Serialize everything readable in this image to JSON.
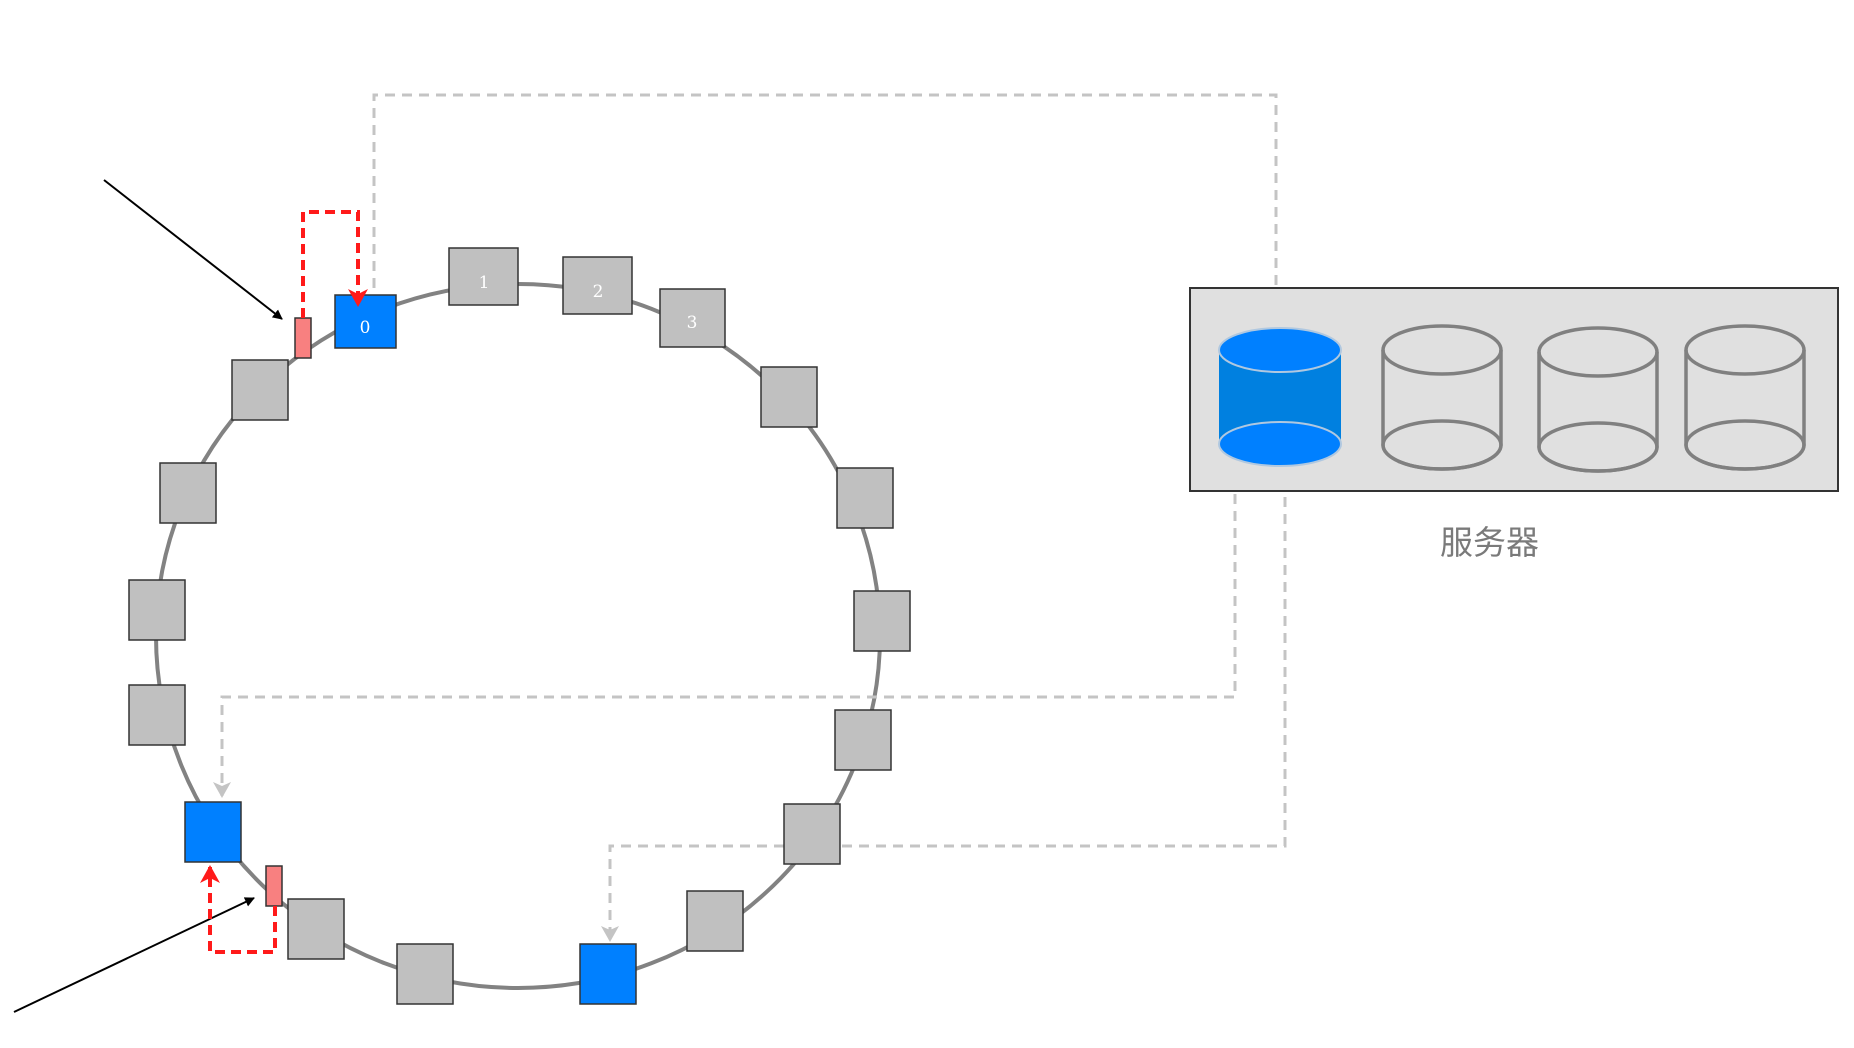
{
  "diagram": {
    "node_labels": [
      "0",
      "1",
      "2",
      "3"
    ],
    "server_label": "服务器",
    "colors": {
      "ring": "#828282",
      "node_fill": "#c0c0c0",
      "node_stroke": "#333333",
      "active_fill": "#0080ff",
      "key_fill": "#f88080",
      "red_arrow": "#ff1a1a",
      "gray_dash": "#c4c4c4",
      "server_box": "#e0e0e0"
    }
  }
}
